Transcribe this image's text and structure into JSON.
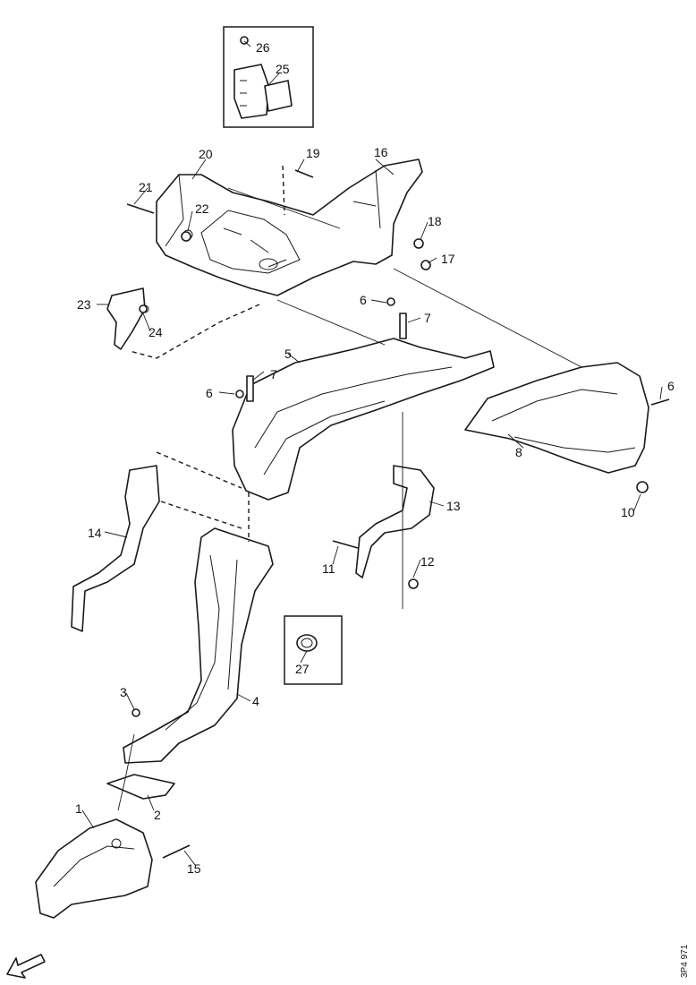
{
  "diagram_code": "3P4 971",
  "callouts": {
    "c1": "1",
    "c2": "2",
    "c3": "3",
    "c4": "4",
    "c5": "5",
    "c6a": "6",
    "c6b": "6",
    "c6c": "6",
    "c7a": "7",
    "c7b": "7",
    "c8": "8",
    "c10": "10",
    "c11": "11",
    "c12": "12",
    "c13": "13",
    "c14": "14",
    "c15": "15",
    "c16": "16",
    "c17": "17",
    "c18": "18",
    "c19": "19",
    "c20": "20",
    "c21": "21",
    "c22": "22",
    "c23": "23",
    "c24": "24",
    "c25": "25",
    "c26": "26",
    "c27": "27"
  },
  "icons": {
    "direction_arrow": "front-direction-arrow-icon"
  }
}
